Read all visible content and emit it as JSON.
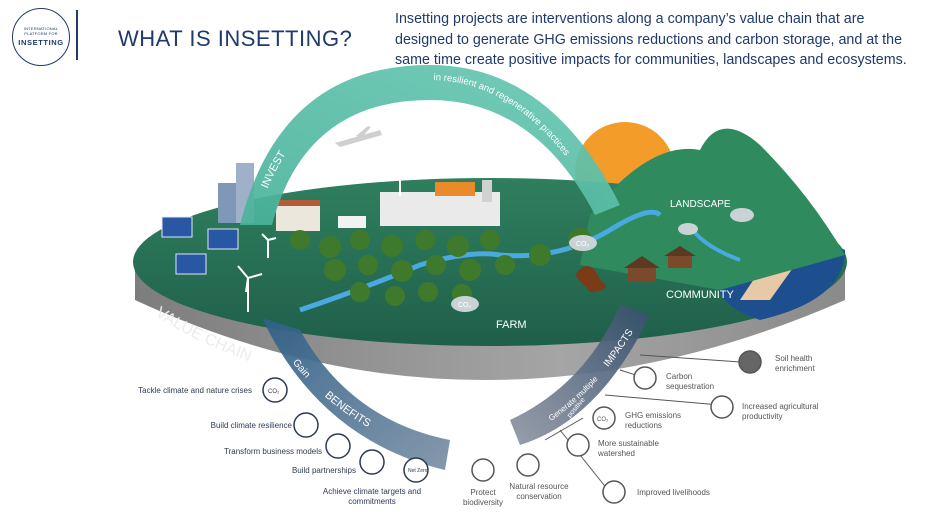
{
  "header": {
    "logo_line1": "INTERNATIONAL",
    "logo_line2": "PLATFORM FOR",
    "logo_line3": "INSETTING",
    "title": "WHAT IS INSETTING?",
    "intro": "Insetting projects are interventions along a company’s value chain that are designed to generate GHG emissions reductions and carbon storage, and at the same time create positive impacts for communities, landscapes and ecosystems."
  },
  "diagram": {
    "arc_invest": "INVEST",
    "arc_practices": "in resilient and regenerative practices",
    "arc_gain": "Gain",
    "arc_benefits": "BENEFITS",
    "arc_generate": "Generate multiple",
    "arc_positive": "positive",
    "arc_impacts": "IMPACTS",
    "value_chain": "VALUE CHAIN",
    "farm": "FARM",
    "landscape": "LANDSCAPE",
    "community": "COMMUNITY",
    "co2": "CO₂",
    "net_zero": "Net Zero"
  },
  "benefits": [
    {
      "label": "Tackle climate and nature crises",
      "icon": "co2-cycle-icon"
    },
    {
      "label": "Build climate resilience",
      "icon": "resilience-icon"
    },
    {
      "label": "Transform business models",
      "icon": "chart-icon"
    },
    {
      "label": "Build partnerships",
      "icon": "handshake-icon"
    },
    {
      "label": "Achieve climate targets and commitments",
      "icon": "net-zero-icon"
    }
  ],
  "impacts": [
    {
      "label": "Soil health enrichment",
      "icon": "soil-icon"
    },
    {
      "label": "Carbon sequestration",
      "icon": "carbon-icon"
    },
    {
      "label": "Increased agricultural productivity",
      "icon": "crop-icon"
    },
    {
      "label": "GHG emissions reductions",
      "icon": "co2-icon"
    },
    {
      "label": "More sustainable watershed",
      "icon": "watershed-icon"
    },
    {
      "label": "Improved livelihoods",
      "icon": "livelihoods-icon"
    },
    {
      "label": "Natural resource conservation",
      "icon": "conservation-icon"
    },
    {
      "label": "Protect biodiversity",
      "icon": "biodiversity-icon"
    }
  ]
}
